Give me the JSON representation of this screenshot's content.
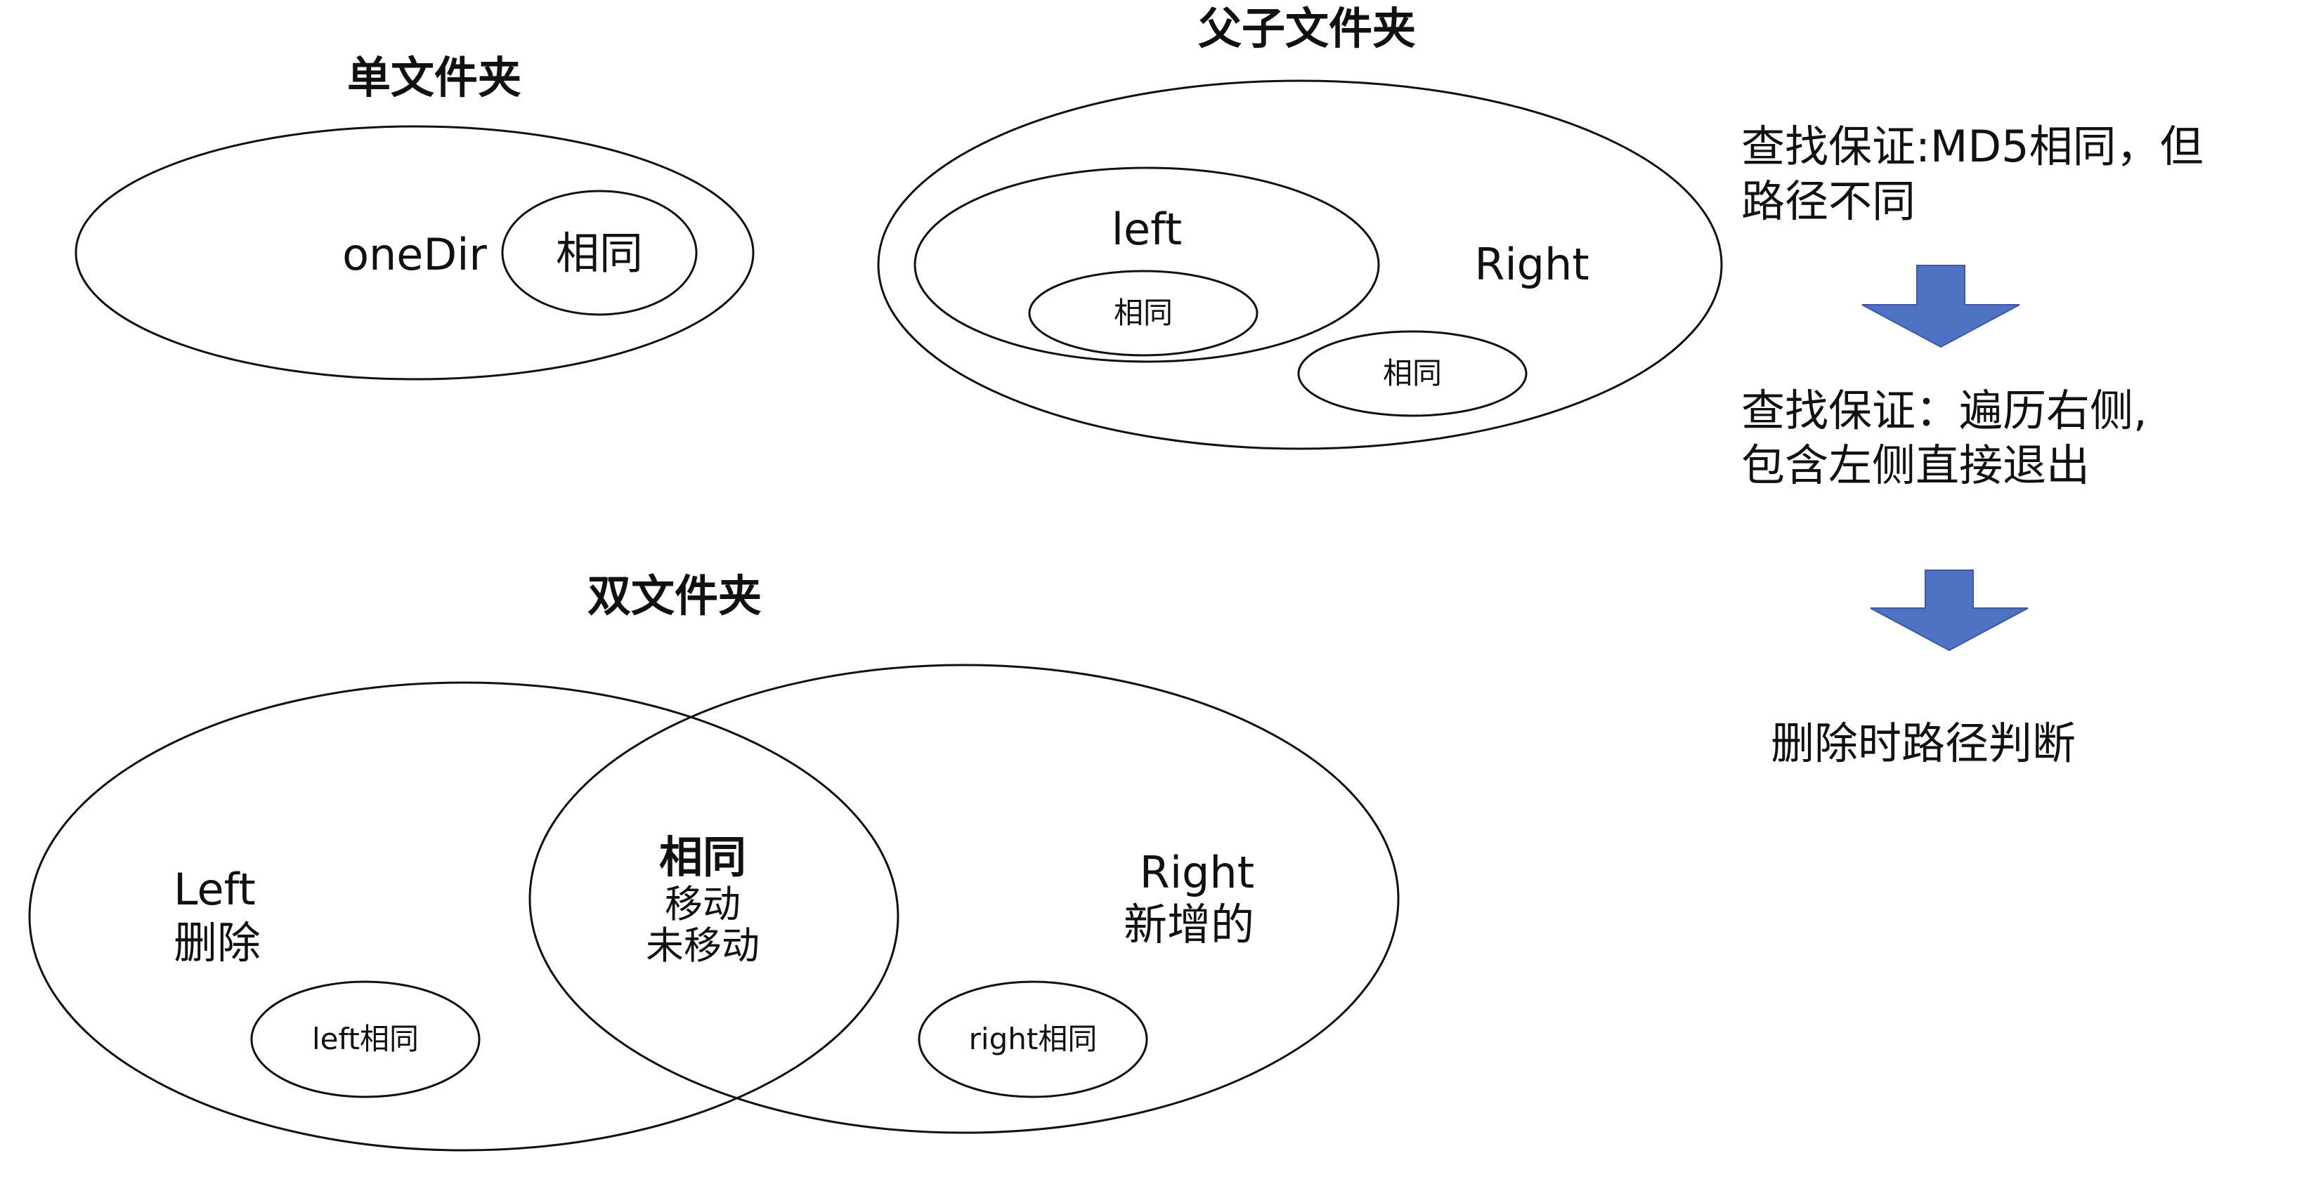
{
  "titles": {
    "single": "单文件夹",
    "parent_child": "父子文件夹",
    "double": "双文件夹"
  },
  "single_folder": {
    "dir_label": "oneDir",
    "same_label": "相同"
  },
  "parent_child_folder": {
    "left_label": "left",
    "left_same": "相同",
    "right_label": "Right",
    "right_same": "相同"
  },
  "double_folder": {
    "left_label_line1": "Left",
    "left_label_line2": "删除",
    "center_title": "相同",
    "center_line1": "移动",
    "center_line2": "未移动",
    "right_label_line1": "Right",
    "right_label_line2": "新增的",
    "left_same": "left相同",
    "right_same": "right相同"
  },
  "flow": {
    "step1_line1": "查找保证:MD5相同，但",
    "step1_line2": "路径不同",
    "step2_line1": "查找保证：遍历右侧,",
    "step2_line2": "包含左侧直接退出",
    "step3": "删除时路径判断",
    "arrow_color": "#4f72c3"
  }
}
